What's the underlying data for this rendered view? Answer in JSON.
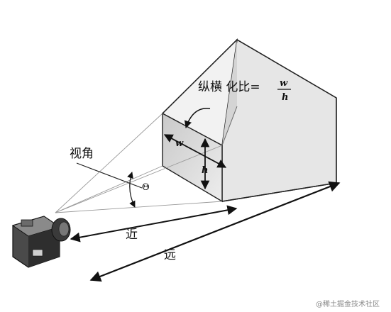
{
  "diagram": {
    "labels": {
      "aspect_ratio": "纵横 化比=",
      "ratio_numerator": "w",
      "ratio_denominator": "h",
      "view_angle": "视角",
      "theta": "Θ",
      "width": "w",
      "height": "h",
      "near": "近",
      "far": "远"
    },
    "watermark": "@稀土掘金技术社区"
  }
}
